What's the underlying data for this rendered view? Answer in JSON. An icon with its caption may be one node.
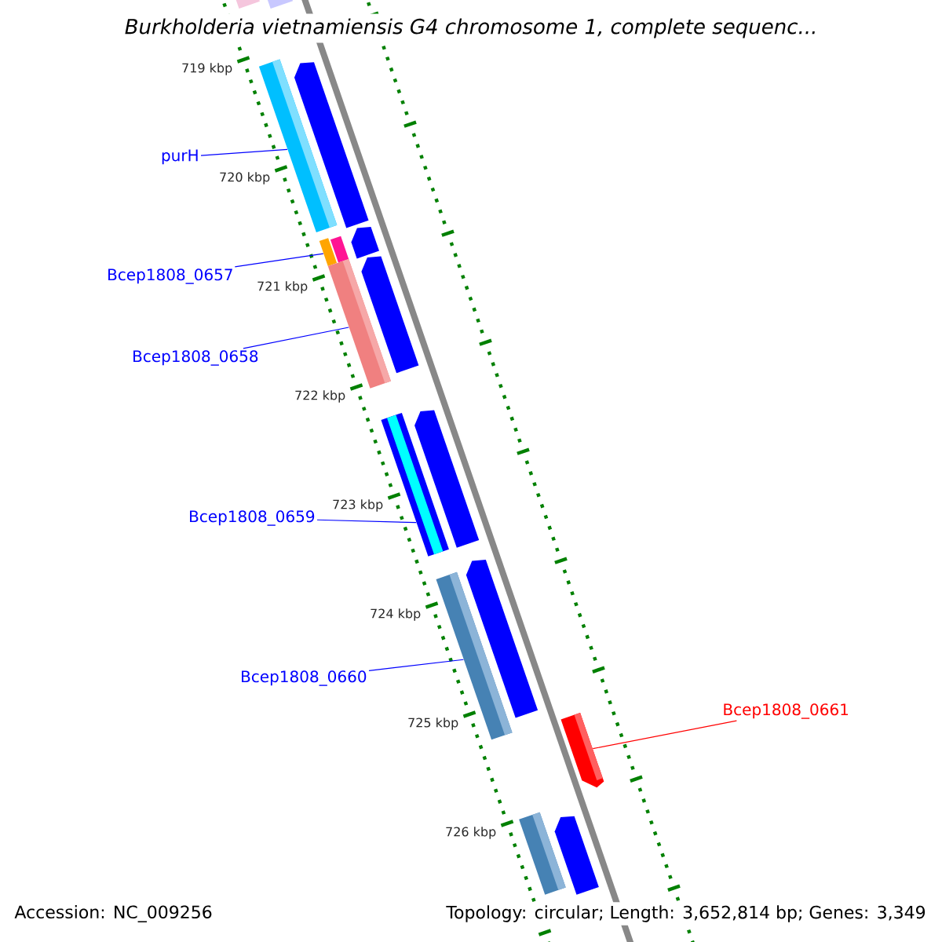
{
  "diagram": {
    "title": "Burkholderia vietnamiensis G4 chromosome 1, complete sequenc...",
    "nodes": [
      {
        "text": [
          "purH"
        ]
      },
      {
        "text": [
          "Bcep1808_0657"
        ]
      },
      {
        "text": [
          "Bcep1808_0658"
        ]
      },
      {
        "text": [
          "Bcep1808_0659"
        ]
      },
      {
        "text": [
          "Bcep1808_0660"
        ]
      },
      {
        "text": [
          "Bcep1808_0661"
        ]
      },
      {
        "text": [],
        "shape": "bar"
      },
      {
        "text": [],
        "shape": "arrow"
      },
      {
        "text": [],
        "shape": "bar"
      },
      {
        "text": [],
        "shape": "arrow"
      },
      {
        "text": [],
        "shape": "bar"
      },
      {
        "text": [],
        "shape": "bar"
      },
      {
        "text": [],
        "shape": "arrow"
      },
      {
        "text": [],
        "shape": "bar"
      },
      {
        "text": [],
        "shape": "arrow"
      },
      {
        "text": [],
        "shape": "bar"
      },
      {
        "text": [],
        "shape": "arrow"
      },
      {
        "text": [],
        "shape": "bar"
      },
      {
        "text": [],
        "shape": "arrow"
      },
      {
        "text": [],
        "shape": "arrow"
      },
      {
        "text": [],
        "shape": "bar"
      },
      {
        "text": [],
        "shape": "arrow"
      }
    ],
    "edges": [
      {
        "from": 0,
        "to": 8,
        "arrow": "none"
      },
      {
        "from": 1,
        "to": 10,
        "arrow": "none"
      },
      {
        "from": 2,
        "to": 13,
        "arrow": "none"
      },
      {
        "from": 3,
        "to": 15,
        "arrow": "none"
      },
      {
        "from": 4,
        "to": 17,
        "arrow": "none"
      },
      {
        "from": 5,
        "to": 19,
        "arrow": "none",
        "color": "#ff0000"
      }
    ],
    "labels": [
      "719 kbp",
      "720 kbp",
      "721 kbp",
      "722 kbp",
      "723 kbp",
      "724 kbp",
      "725 kbp",
      "726 kbp",
      "Accession: NC_009256",
      "Topology: circular; Length: 3,652,814 bp; Genes: 3,349"
    ]
  }
}
